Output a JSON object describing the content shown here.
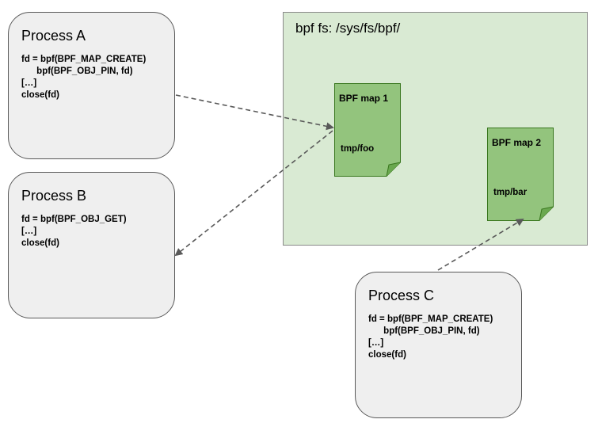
{
  "processes": {
    "a": {
      "title": "Process A",
      "code": "fd = bpf(BPF_MAP_CREATE)\n      bpf(BPF_OBJ_PIN, fd)\n[…]\nclose(fd)"
    },
    "b": {
      "title": "Process B",
      "code": "fd = bpf(BPF_OBJ_GET)\n[…]\nclose(fd)"
    },
    "c": {
      "title": "Process C",
      "code": "fd = bpf(BPF_MAP_CREATE)\n      bpf(BPF_OBJ_PIN, fd)\n[…]\nclose(fd)"
    }
  },
  "bpffs": {
    "title": "bpf fs: /sys/fs/bpf/",
    "maps": [
      {
        "title": "BPF map 1",
        "path": "tmp/foo"
      },
      {
        "title": "BPF map 2",
        "path": "tmp/bar"
      }
    ]
  },
  "colors": {
    "process_fill": "#efefef",
    "process_border": "#595959",
    "fs_fill": "#d9ead3",
    "map_fill": "#93c47d",
    "map_border": "#38761d",
    "arrow": "#595959"
  }
}
